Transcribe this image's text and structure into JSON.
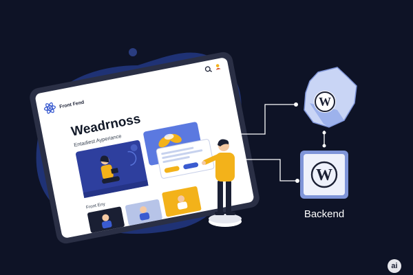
{
  "colors": {
    "background": "#0e1326",
    "blob": "#1f3275",
    "tablet_frame": "#2a2f45",
    "screen": "#ffffff",
    "accent_blue": "#3a5bd0",
    "accent_yellow": "#f3b21a",
    "connector": "#ffffff"
  },
  "tablet": {
    "brand_label": "Front Fend",
    "hero_title": "Weadrnoss",
    "hero_subtitle": "Entadiest Ayperiance",
    "section_label": "Front Eny",
    "icons": [
      "react-logo-icon",
      "search-icon",
      "user-icon"
    ]
  },
  "backend": {
    "label": "Backend",
    "icons": [
      "wordpress-logo-icon",
      "wordpress-logo-icon"
    ]
  },
  "badge": {
    "label": "ai"
  }
}
